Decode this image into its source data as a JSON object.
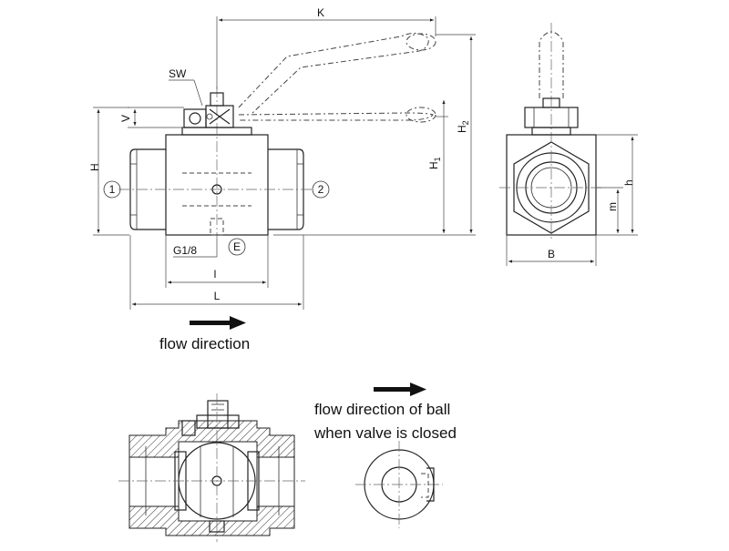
{
  "labels": {
    "K": "K",
    "SW": "SW",
    "V": "V",
    "H": "H",
    "H2": "H",
    "H2_sub": "2",
    "H1": "H",
    "H1_sub": "1",
    "port1": "1",
    "port2": "2",
    "G": "G1/8",
    "E": "E",
    "l": "l",
    "L": "L",
    "h": "h",
    "m": "m",
    "B": "B"
  },
  "captions": {
    "flow": "flow direction",
    "flow_ball_line1": "flow direction of ball",
    "flow_ball_line2": "when valve is closed"
  }
}
